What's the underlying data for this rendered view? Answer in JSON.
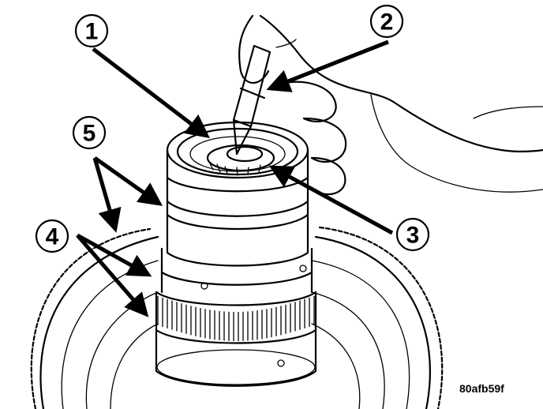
{
  "figure": {
    "id_label": "80afb59f",
    "colors": {
      "ink": "#000000",
      "paper": "#ffffff"
    },
    "callouts": [
      {
        "number": "1"
      },
      {
        "number": "2"
      },
      {
        "number": "3"
      },
      {
        "number": "4"
      },
      {
        "number": "5"
      }
    ]
  }
}
